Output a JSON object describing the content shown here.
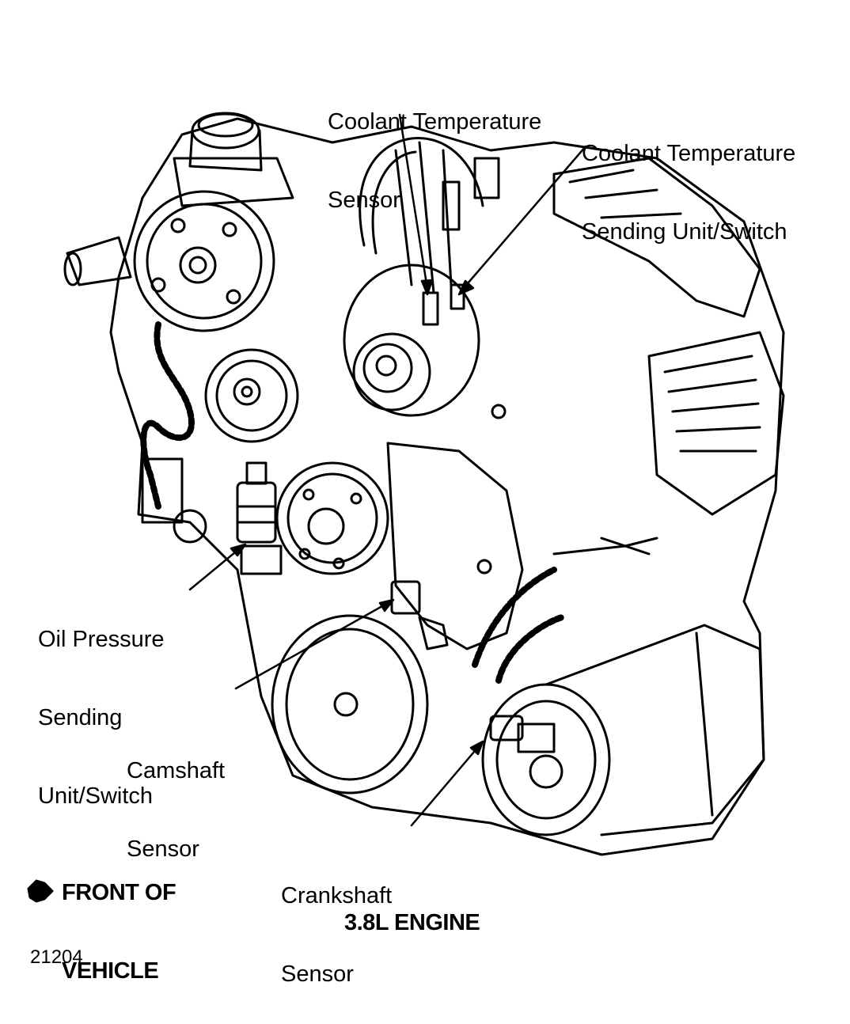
{
  "labels": {
    "coolant_temp_sensor": [
      "Coolant Temperature",
      "Sensor"
    ],
    "coolant_temp_sending": [
      "Coolant Temperature",
      "Sending Unit/Switch"
    ],
    "oil_pressure": [
      "Oil Pressure",
      "Sending",
      "Unit/Switch"
    ],
    "camshaft": [
      "Camshaft",
      "Sensor"
    ],
    "crankshaft": [
      "Crankshaft",
      "Sensor"
    ],
    "front_of_vehicle": [
      "FRONT OF",
      "VEHICLE"
    ]
  },
  "caption": "3.8L ENGINE",
  "figure_number": "21204"
}
